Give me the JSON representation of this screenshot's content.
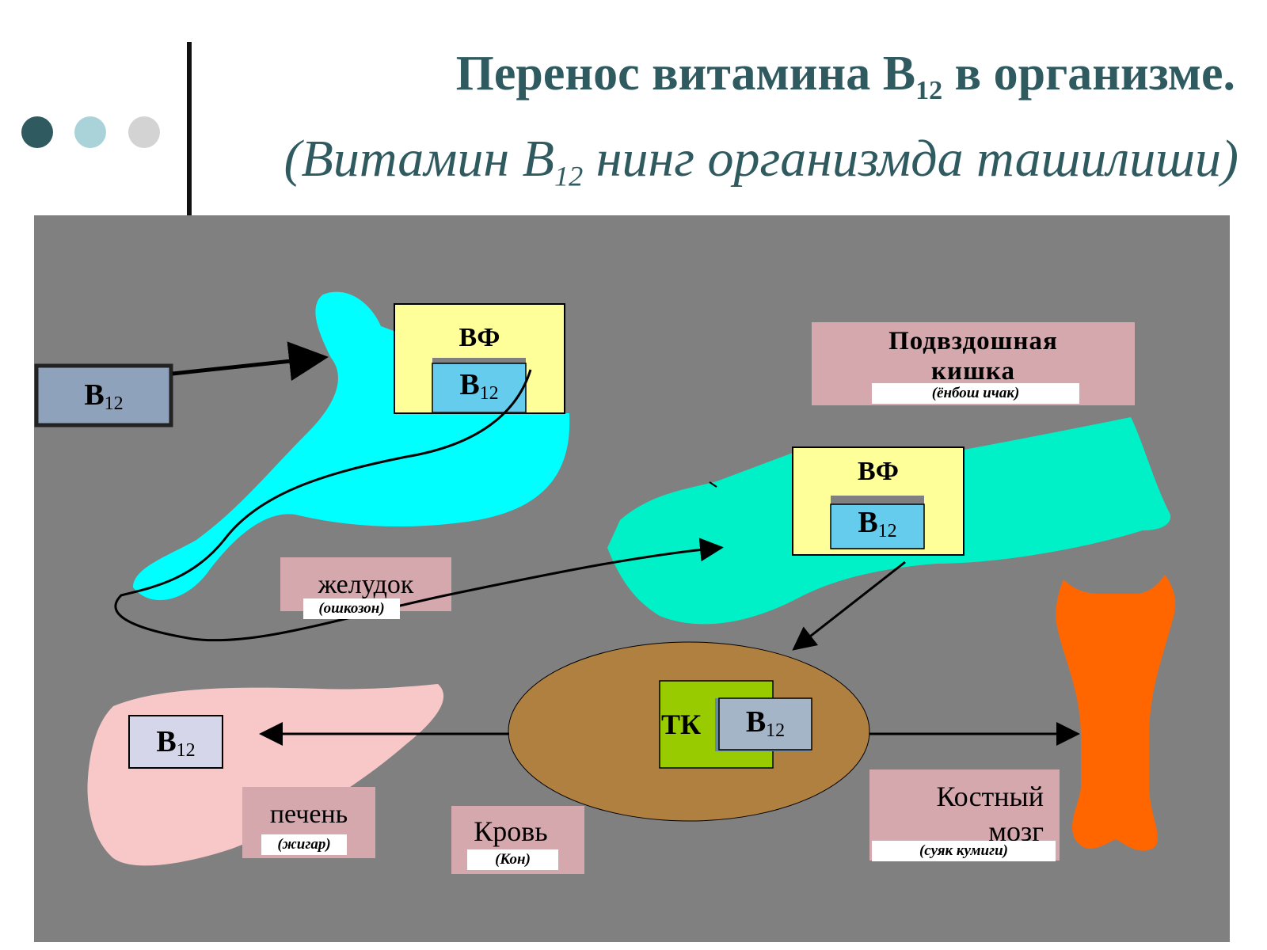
{
  "header": {
    "title_main": "Перенос витамина В",
    "title_sub": "12",
    "title_end": " в организме.",
    "subtitle_main": "(Витамин В",
    "subtitle_sub": "12",
    "subtitle_end": " нинг организмда ташилиши)"
  },
  "diagram": {
    "b12_main": "В",
    "b12_sub": "12",
    "vf_label": "ВФ",
    "tk_label": "ТК",
    "ileum": {
      "title_line1": "Подвздошная",
      "title_line2": "кишка",
      "translation": "(ёнбош ичак)"
    },
    "stomach": {
      "title": "желудок",
      "translation": "(ошкозон)"
    },
    "liver": {
      "title": "печень",
      "translation": "(жигар)"
    },
    "blood": {
      "title": "Кровь",
      "translation": "(Кон)"
    },
    "marrow": {
      "title_line1": "Костный",
      "title_line2": "мозг",
      "translation": "(суяк кумиги)"
    }
  },
  "colors": {
    "accent": "#2f5a5f",
    "panel_bg": "#808080",
    "stomach": "#00ffff",
    "ileum": "#00f0c8",
    "vf_box": "#ffff99",
    "b12_box": "#66ccee",
    "liver": "#f8c8c8",
    "blood": "#b08040",
    "tk": "#99cc00",
    "bone": "#ff6600",
    "label_bg": "#d4a8ad"
  }
}
